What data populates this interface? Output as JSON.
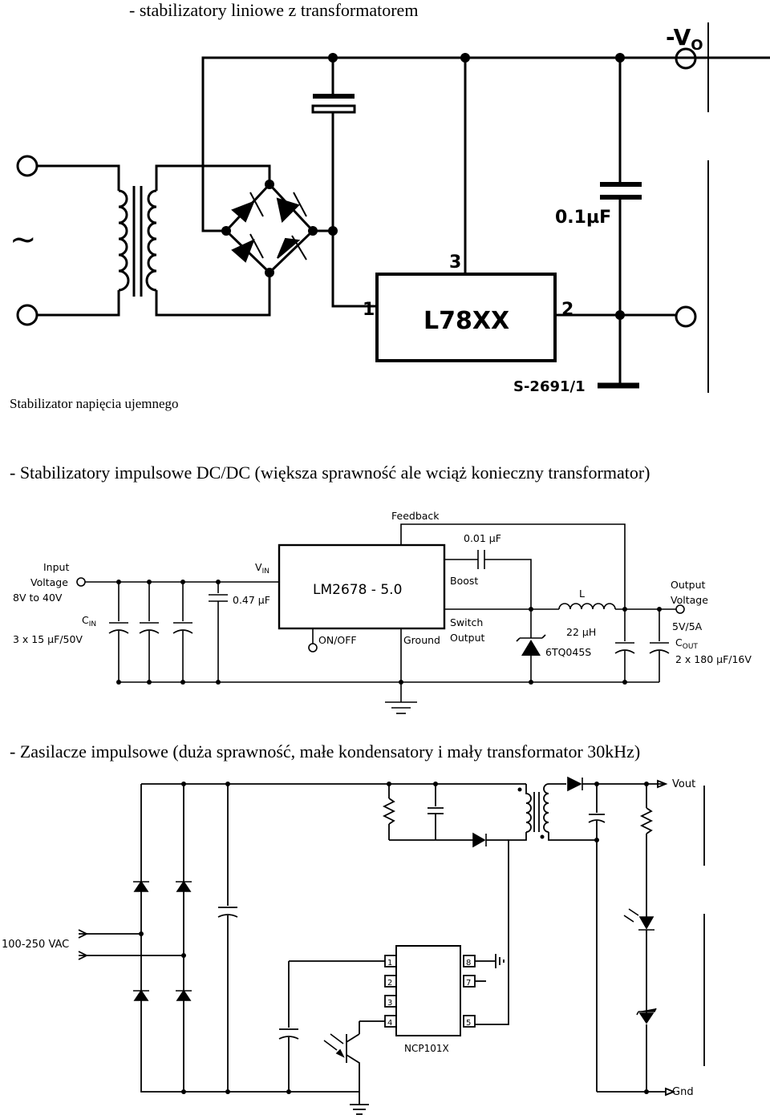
{
  "headings": {
    "section1": "- stabilizatory liniowe z transformatorem",
    "caption1": "Stabilizator napięcia ujemnego",
    "section2": "- Stabilizatory impulsowe DC/DC (większa sprawność ale wciąż konieczny transformator)",
    "section3": "- Zasilacze impulsowe (duża sprawność, małe kondensatory i mały transformator 30kHz)"
  },
  "diagram1": {
    "output_label": "-V",
    "output_subscript": "O",
    "ac_symbol": "~",
    "cap_value": "0.1µF",
    "ic_label": "L78XX",
    "pin1": "1",
    "pin2": "2",
    "pin3": "3",
    "figure_code": "S-2691/1"
  },
  "diagram2": {
    "feedback": "Feedback",
    "boost_cap": "0.01 µF",
    "input_voltage_1": "Input",
    "input_voltage_2": "Voltage",
    "input_voltage_3": "8V to 40V",
    "cin_label": "C",
    "cin_sub": "IN",
    "cin_value": "3 x 15 µF/50V",
    "vin_label": "V",
    "vin_sub": "IN",
    "ic_label": "LM2678 - 5.0",
    "c047": "0.47 µF",
    "boost": "Boost",
    "switch_1": "Switch",
    "switch_2": "Output",
    "ground": "Ground",
    "onoff": "ON/OFF",
    "inductor_l": "L",
    "inductor_value": "22 µH",
    "diode": "6TQ045S",
    "output_1": "Output",
    "output_2": "Voltage",
    "output_3": "5V/5A",
    "cout_label": "C",
    "cout_sub": "OUT",
    "cout_value": "2 x 180 µF/16V"
  },
  "diagram3": {
    "vac": "100-250 VAC",
    "vout": "Vout",
    "gnd": "Gnd",
    "ic_label": "NCP101X",
    "pins": [
      "1",
      "2",
      "3",
      "4",
      "8",
      "7",
      "5"
    ]
  }
}
